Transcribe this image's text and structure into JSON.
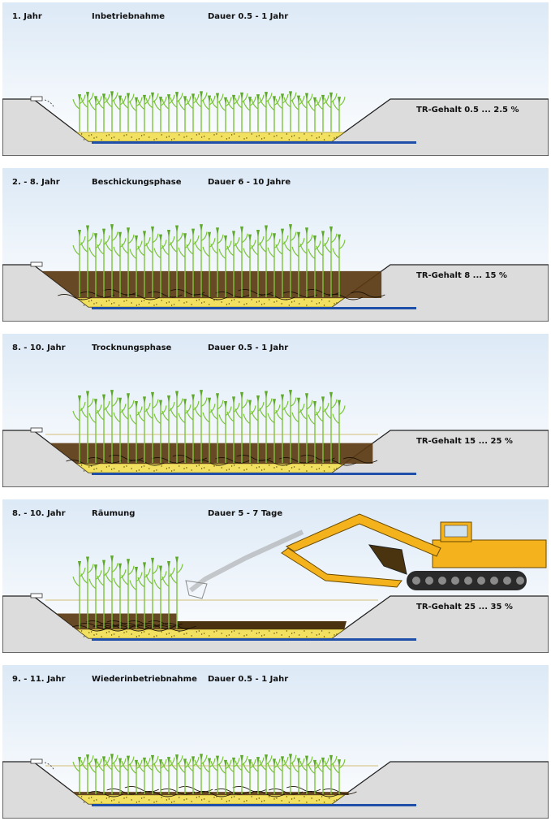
{
  "colors": {
    "sky_top": "#dce9f6",
    "sky_bottom": "#ffffff",
    "ground": "#dcdcdc",
    "sand": "#f2e160",
    "sludge": "#5a3a12",
    "drain": "#1f4fa8",
    "reed": "#7cc43c",
    "excavator": "#f4b21c"
  },
  "stages": [
    {
      "year": "1. Jahr",
      "phase": "Inbetriebnahme",
      "duration": "Dauer 0.5 - 1 Jahr",
      "tr": "TR-Gehalt 0.5 ... 2.5 %",
      "reed_level": 0.35,
      "sludge_level": 0.0
    },
    {
      "year": "2. - 8. Jahr",
      "phase": "Beschickungsphase",
      "duration": "Dauer 6 - 10 Jahre",
      "tr": "TR-Gehalt 8 ... 15 %",
      "reed_level": 0.9,
      "sludge_level": 0.85
    },
    {
      "year": "8. - 10. Jahr",
      "phase": "Trocknungsphase",
      "duration": "Dauer 0.5 - 1 Jahr",
      "tr": "TR-Gehalt 15 ... 25 %",
      "reed_level": 0.9,
      "sludge_level": 0.65
    },
    {
      "year": "8. - 10. Jahr",
      "phase": "Räumung",
      "duration": "Dauer 5 - 7 Tage",
      "tr": "TR-Gehalt 25 ... 35 %",
      "reed_level": 0.9,
      "sludge_level": 0.5
    },
    {
      "year": "9. - 11. Jahr",
      "phase": "Wiederinbetriebnahme",
      "duration": "Dauer 0.5 - 1 Jahr",
      "tr": "",
      "reed_level": 0.35,
      "sludge_level": 0.1
    }
  ]
}
